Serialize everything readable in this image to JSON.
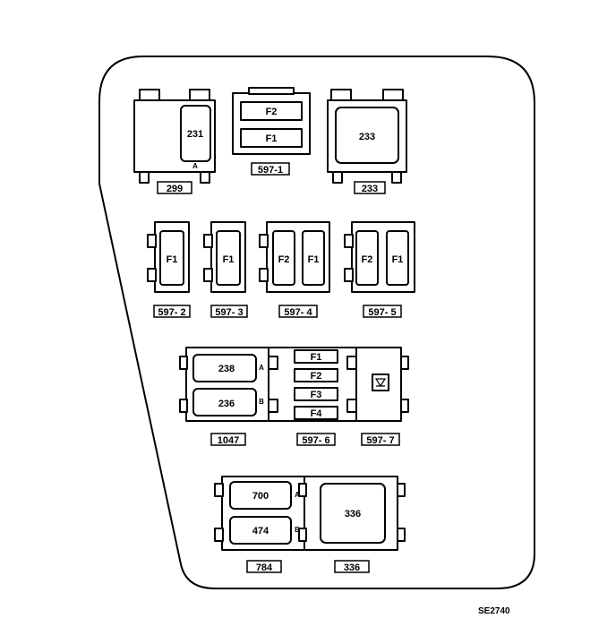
{
  "diagram": {
    "reference_code": "SE2740",
    "row1": {
      "relay_299": {
        "inner_label": "231",
        "pin_label": "A",
        "tag": "299"
      },
      "fuse_597_1": {
        "fuse_top": "F2",
        "fuse_bottom": "F1",
        "tag": "597-1"
      },
      "relay_233": {
        "inner_label": "233",
        "tag": "233"
      }
    },
    "row2": {
      "holder_597_2": {
        "fuse": "F1",
        "tag": "597- 2"
      },
      "holder_597_3": {
        "fuse": "F1",
        "tag": "597- 3"
      },
      "holder_597_4": {
        "fuse_left": "F2",
        "fuse_right": "F1",
        "tag": "597- 4"
      },
      "holder_597_5": {
        "fuse_left": "F2",
        "fuse_right": "F1",
        "tag": "597- 5"
      }
    },
    "row3": {
      "relay_1047": {
        "top_label": "238",
        "top_pin": "A",
        "bottom_label": "236",
        "bottom_pin": "B",
        "tag": "1047"
      },
      "fuse_597_6": {
        "fuses": [
          "F1",
          "F2",
          "F3",
          "F4"
        ],
        "tag": "597- 6"
      },
      "diode_597_7": {
        "tag": "597- 7"
      }
    },
    "row4": {
      "relay_784": {
        "top_label": "700",
        "top_pin": "A",
        "bottom_label": "474",
        "bottom_pin": "B",
        "tag": "784"
      },
      "relay_336": {
        "inner_label": "336",
        "tag": "336"
      }
    }
  }
}
